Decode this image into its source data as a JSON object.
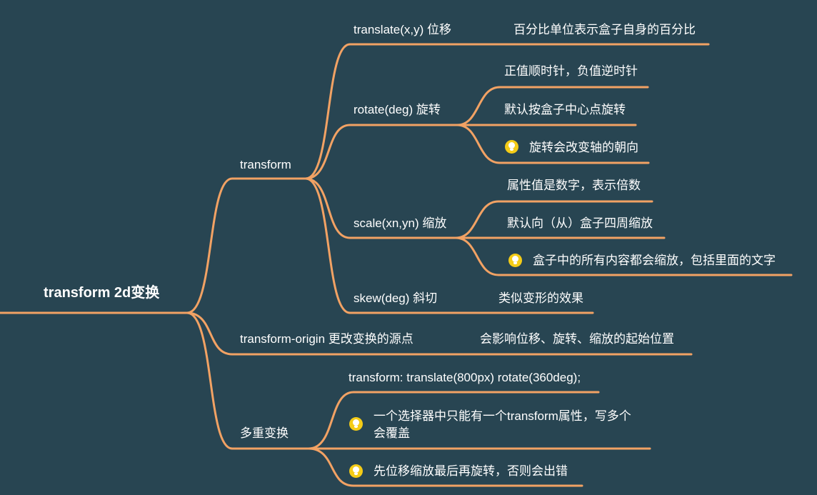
{
  "mindmap": {
    "root": "transform 2d变换",
    "transform": {
      "label": "transform",
      "translate": {
        "label": "translate(x,y) 位移",
        "note": "百分比单位表示盒子自身的百分比"
      },
      "rotate": {
        "label": "rotate(deg) 旋转",
        "notes": [
          "正值顺时针，负值逆时针",
          "默认按盒子中心点旋转",
          "旋转会改变轴的朝向"
        ]
      },
      "scale": {
        "label": "scale(xn,yn) 缩放",
        "notes": [
          "属性值是数字，表示倍数",
          "默认向（从）盒子四周缩放",
          "盒子中的所有内容都会缩放，包括里面的文字"
        ]
      },
      "skew": {
        "label": "skew(deg) 斜切",
        "note": "类似变形的效果"
      }
    },
    "origin": {
      "label": "transform-origin 更改变换的源点",
      "note": "会影响位移、旋转、缩放的起始位置"
    },
    "multi": {
      "label": "多重变换",
      "notes": [
        "transform: translate(800px) rotate(360deg);",
        "一个选择器中只能有一个transform属性，写多个",
        "会覆盖",
        "先位移缩放最后再旋转，否则会出错"
      ]
    }
  },
  "colors": {
    "background": "#284552",
    "branch": "#f2a264",
    "tip_icon": "#f4cc17"
  },
  "icons": [
    "tip-lightbulb-icon"
  ]
}
